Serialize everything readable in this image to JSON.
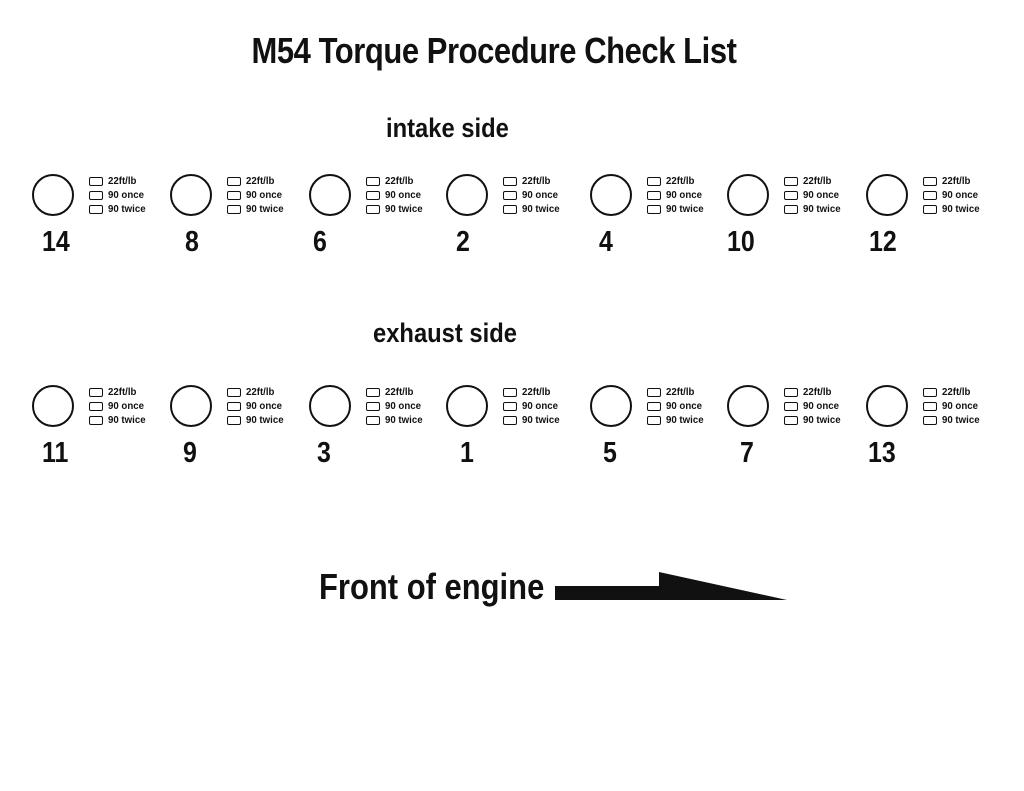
{
  "title": "M54 Torque Procedure Check List",
  "intake": {
    "label": "intake side",
    "bolts": [
      "14",
      "8",
      "6",
      "2",
      "4",
      "10",
      "12"
    ]
  },
  "exhaust": {
    "label": "exhaust side",
    "bolts": [
      "11",
      "9",
      "3",
      "1",
      "5",
      "7",
      "13"
    ]
  },
  "checklist": [
    "22ft/lb",
    "90 once",
    "90 twice"
  ],
  "front_label": "Front of engine",
  "icons": {
    "arrow": "right-arrow-icon"
  }
}
